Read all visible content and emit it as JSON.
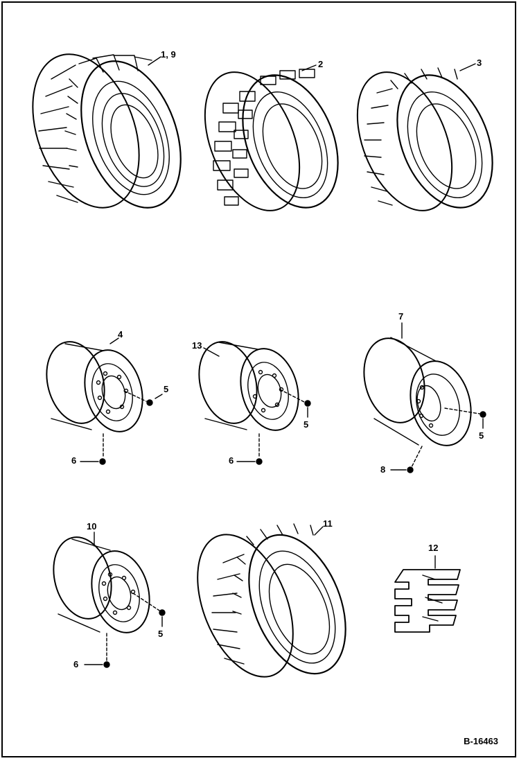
{
  "callouts": {
    "c_1_9": "1, 9",
    "c_2": "2",
    "c_3": "3",
    "c_4": "4",
    "c_13": "13",
    "c_7": "7",
    "c_5_a": "5",
    "c_5_b": "5",
    "c_5_c": "5",
    "c_5_d": "5",
    "c_6_a": "6",
    "c_6_b": "6",
    "c_6_c": "6",
    "c_8": "8",
    "c_10": "10",
    "c_11": "11",
    "c_12": "12"
  },
  "figure_code": "B-16463",
  "parts": {
    "tire_1_9": "tire",
    "tire_2": "tire",
    "tire_3": "tire",
    "rim_4": "rim",
    "rim_13": "rim",
    "rim_7": "rim",
    "rim_10": "rim",
    "tire_11": "tire",
    "tread_12": "tread-pad"
  }
}
